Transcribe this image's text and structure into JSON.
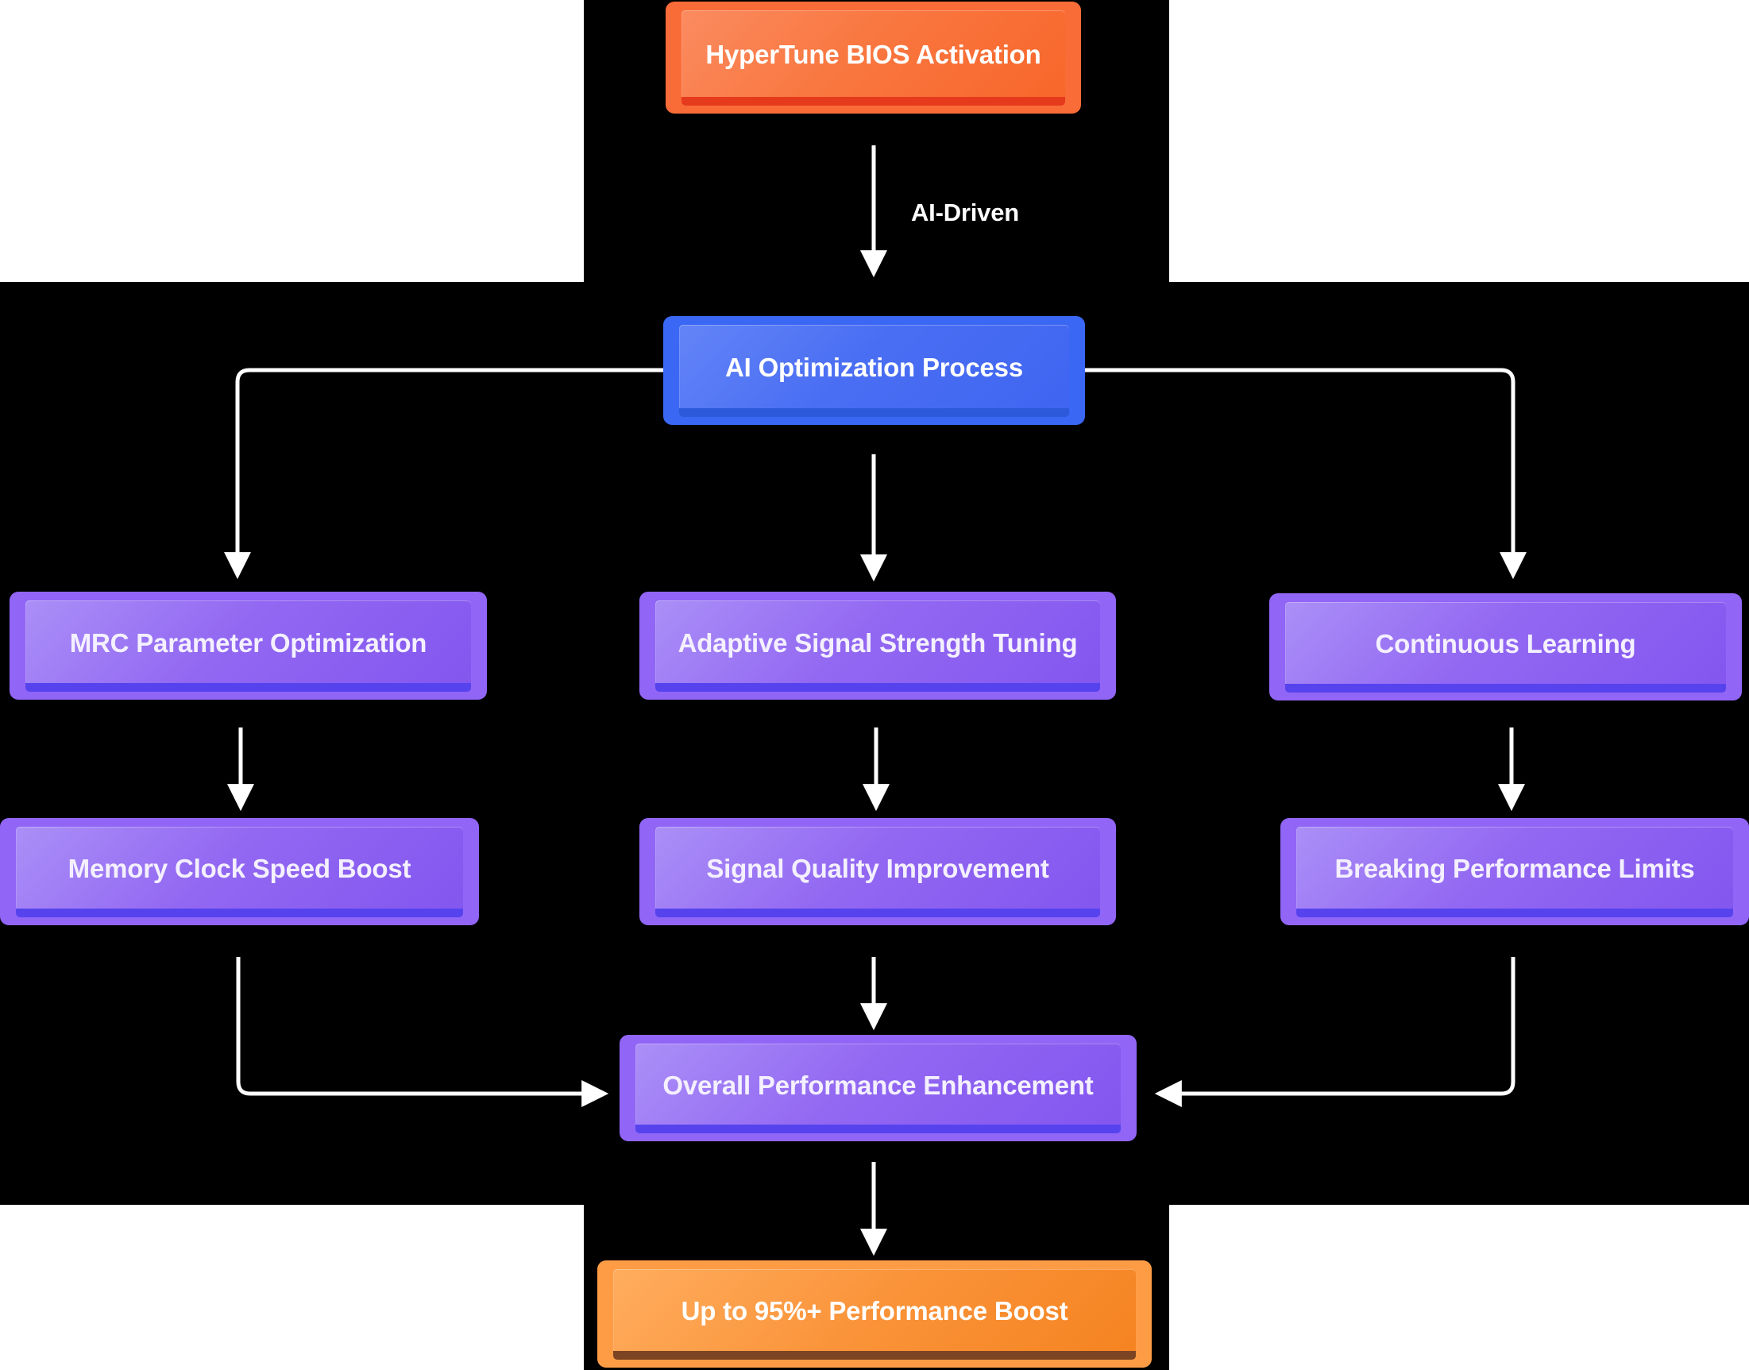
{
  "diagram": {
    "title_hint": "HyperTune AI optimization flowchart",
    "nodes": {
      "bios": {
        "label": "HyperTune BIOS Activation",
        "theme": "orange"
      },
      "ai": {
        "label": "AI Optimization Process",
        "theme": "blue"
      },
      "mrc": {
        "label": "MRC Parameter Optimization",
        "theme": "purple"
      },
      "adaptive": {
        "label": "Adaptive Signal Strength Tuning",
        "theme": "purple"
      },
      "continuous": {
        "label": "Continuous Learning",
        "theme": "purple"
      },
      "memory": {
        "label": "Memory Clock Speed Boost",
        "theme": "purple"
      },
      "signal": {
        "label": "Signal Quality Improvement",
        "theme": "purple"
      },
      "breaking": {
        "label": "Breaking Performance Limits",
        "theme": "purple"
      },
      "overall": {
        "label": "Overall Performance Enhancement",
        "theme": "purple"
      },
      "boost": {
        "label": "Up to 95%+ Performance Boost",
        "theme": "gold"
      }
    },
    "edge_labels": {
      "ai_driven": "AI-Driven"
    },
    "colors": {
      "canvas_bg": "#ffffff",
      "diagram_bg": "#000000",
      "connector": "#ffffff",
      "text": "#ffffff",
      "purple_text": "#f4f0ff",
      "orange_border": "#f96c38",
      "orange_fill_light": "#fb8b60",
      "orange_fill_dark": "#f8662a",
      "orange_accent": "#e63a1d",
      "blue_border": "#3a67f3",
      "blue_fill_light": "#6384f7",
      "blue_fill_dark": "#3f65f1",
      "blue_accent": "#2c59d9",
      "purple_border": "#9165f6",
      "purple_fill_light": "#ab8ff7",
      "purple_fill_dark": "#8356ef",
      "purple_accent": "#5643ee",
      "gold_border": "#fd9c45",
      "gold_fill_light": "#ffad5e",
      "gold_fill_dark": "#f58320",
      "gold_accent": "#7c4423"
    }
  }
}
